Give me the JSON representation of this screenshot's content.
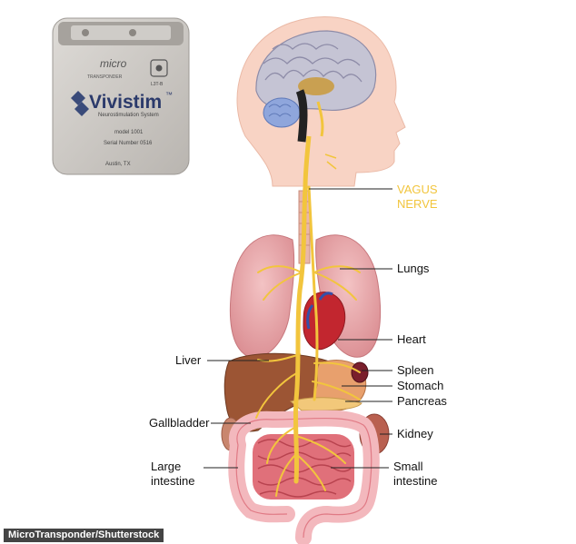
{
  "device": {
    "brand_small": "micro",
    "brand_sub": "TRANSPONDER",
    "name": "Vivistim",
    "tm": "™",
    "system": "Neurostimulation System",
    "model": "model 1001",
    "serial": "Serial Number 0516",
    "city": "Austin, TX",
    "badge": "L3T-B"
  },
  "labels": {
    "vagus_line1": "VAGUS",
    "vagus_line2": "NERVE",
    "lungs": "Lungs",
    "heart": "Heart",
    "liver": "Liver",
    "spleen": "Spleen",
    "stomach": "Stomach",
    "pancreas": "Pancreas",
    "gallbladder": "Gallbladder",
    "kidney": "Kidney",
    "large_intestine_1": "Large",
    "large_intestine_2": "intestine",
    "small_intestine_1": "Small",
    "small_intestine_2": "intestine"
  },
  "credit": "MicroTransponder/Shutterstock",
  "colors": {
    "vagus": "#f2c53d",
    "skin": "#f8d3c4",
    "lungs": "#e8a3a6",
    "liver": "#9c5534",
    "intestine": "#e0707a",
    "device": "#c7c4c0"
  }
}
